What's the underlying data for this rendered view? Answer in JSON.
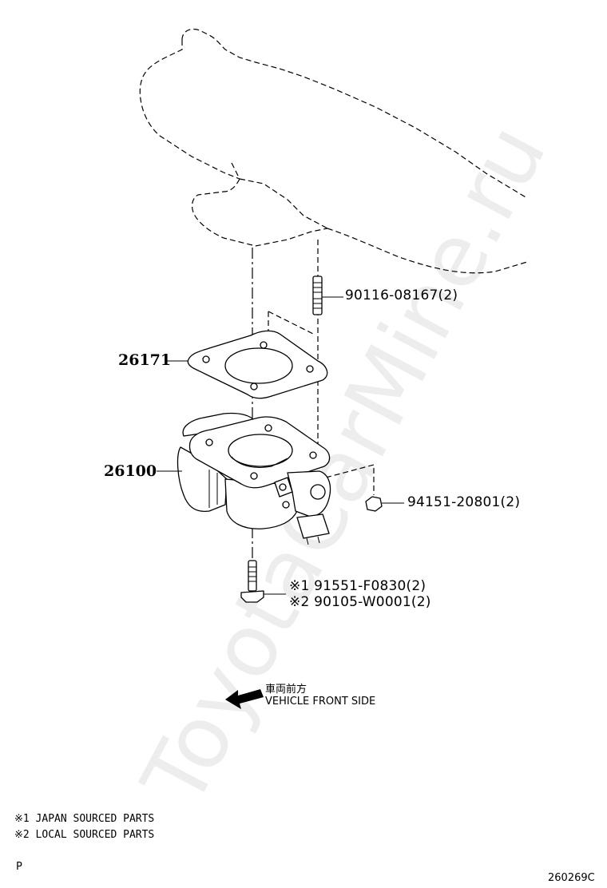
{
  "watermark": "ToyotaCarMine.ru",
  "parts": {
    "stud": "90116-08167(2)",
    "gasket": "26171",
    "throttle_body": "26100",
    "nut": "94151-20801(2)",
    "bolt_japan_mark": "※1",
    "bolt_japan": "91551-F0830(2)",
    "bolt_local_mark": "※2",
    "bolt_local": "90105-W0001(2)"
  },
  "direction": {
    "japanese": "車両前方",
    "english": "VEHICLE FRONT SIDE"
  },
  "legend": {
    "note1": "※1 JAPAN SOURCED PARTS",
    "note2": "※2 LOCAL SOURCED PARTS"
  },
  "footer": {
    "left_code": "P",
    "diagram_code": "260269C"
  }
}
